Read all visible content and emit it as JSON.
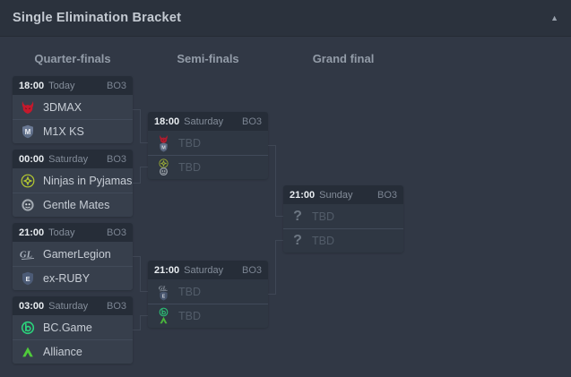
{
  "panel": {
    "title": "Single Elimination Bracket",
    "collapse_icon": "▲"
  },
  "rounds": [
    {
      "label": "Quarter-finals"
    },
    {
      "label": "Semi-finals"
    },
    {
      "label": "Grand final"
    }
  ],
  "matches": [
    {
      "round": "Quarter-finals",
      "time": "18:00",
      "day": "Today",
      "format": "BO3",
      "teams": [
        {
          "name": "3DMAX",
          "logo": "3dmax-logo"
        },
        {
          "name": "M1X KS",
          "logo": "m1x-ks-logo"
        }
      ]
    },
    {
      "round": "Quarter-finals",
      "time": "00:00",
      "day": "Saturday",
      "format": "BO3",
      "teams": [
        {
          "name": "Ninjas in Pyjamas",
          "logo": "ninjas-in-pyjamas-logo"
        },
        {
          "name": "Gentle Mates",
          "logo": "gentle-mates-logo"
        }
      ]
    },
    {
      "round": "Quarter-finals",
      "time": "21:00",
      "day": "Today",
      "format": "BO3",
      "teams": [
        {
          "name": "GamerLegion",
          "logo": "gamerlegion-logo"
        },
        {
          "name": "ex-RUBY",
          "logo": "ex-ruby-logo"
        }
      ]
    },
    {
      "round": "Quarter-finals",
      "time": "03:00",
      "day": "Saturday",
      "format": "BO3",
      "teams": [
        {
          "name": "BC.Game",
          "logo": "bc-game-logo"
        },
        {
          "name": "Alliance",
          "logo": "alliance-logo"
        }
      ]
    },
    {
      "round": "Semi-finals",
      "time": "18:00",
      "day": "Saturday",
      "format": "BO3",
      "teams": [
        {
          "name": "TBD",
          "possible_logos": [
            "3dmax-logo",
            "m1x-ks-logo"
          ]
        },
        {
          "name": "TBD",
          "possible_logos": [
            "ninjas-in-pyjamas-logo",
            "gentle-mates-logo"
          ]
        }
      ]
    },
    {
      "round": "Semi-finals",
      "time": "21:00",
      "day": "Saturday",
      "format": "BO3",
      "teams": [
        {
          "name": "TBD",
          "possible_logos": [
            "gamerlegion-logo",
            "ex-ruby-logo"
          ]
        },
        {
          "name": "TBD",
          "possible_logos": [
            "bc-game-logo",
            "alliance-logo"
          ]
        }
      ]
    },
    {
      "round": "Grand final",
      "time": "21:00",
      "day": "Sunday",
      "format": "BO3",
      "teams": [
        {
          "name": "TBD",
          "logo": "question-mark"
        },
        {
          "name": "TBD",
          "logo": "question-mark"
        }
      ]
    }
  ],
  "glyphs": {
    "question_mark": "?"
  },
  "colors": {
    "panel_header_bg": "#2b323d",
    "body_bg": "#313845",
    "card_header_bg": "#262d38",
    "team_row_bg": "#373f4c",
    "tbd_row_bg": "#2f3743",
    "connector": "#3f4755",
    "3dmax_red": "#c4192c",
    "m1x_shield_blue": "#5e6e88",
    "nip_green": "#b5c930",
    "gentle_mates_gray": "#a3aab2",
    "gamerlegion_silver": "#a9b1bc",
    "ex_ruby_blue": "#4c5b76",
    "bc_game_green": "#2bd37c",
    "alliance_green": "#4fcb3b"
  }
}
